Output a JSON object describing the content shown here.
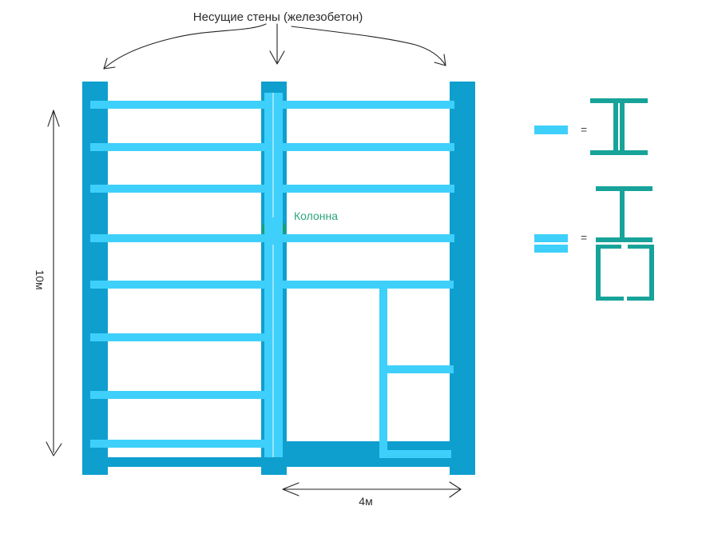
{
  "labels": {
    "walls": "Несущие стены (железобетон)",
    "column": "Колонна",
    "height_dim": "10м",
    "width_dim": "4м",
    "equals": "="
  },
  "colors": {
    "wall": "#0e9fcf",
    "beam": "#3ed0fb",
    "profile": "#17a39a",
    "column": "#1f9e6e",
    "column_label": "#2aa57a",
    "text": "#2b2b2b"
  },
  "icons": {
    "single_beam_profile": "i-beam-icon",
    "double_beam_profile": "i-beam-with-channel-box-icon"
  }
}
